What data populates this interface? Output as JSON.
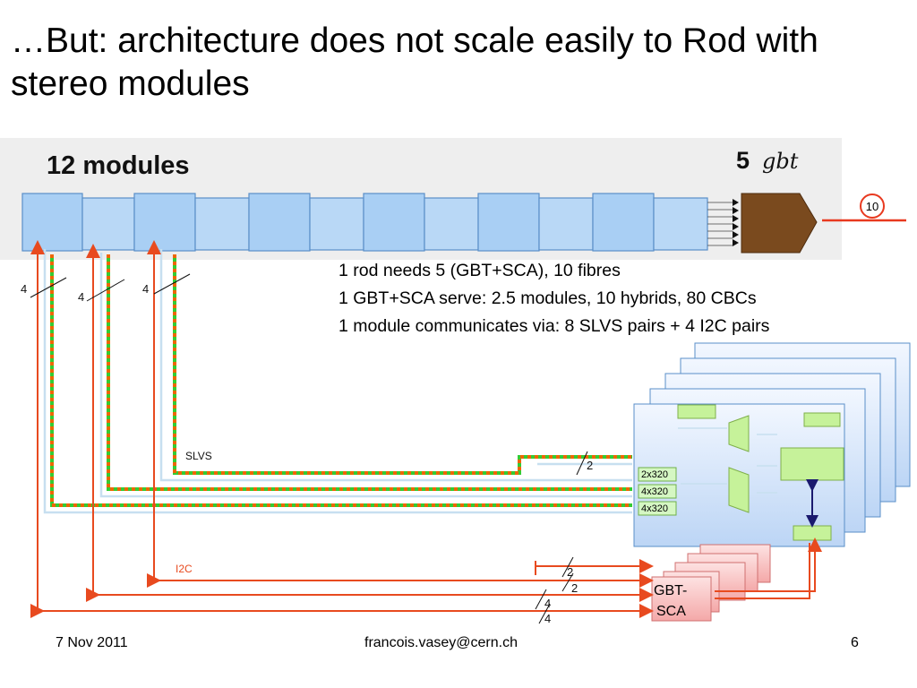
{
  "title": "…But: architecture does not scale easily to Rod with stereo modules",
  "banner": {
    "left_label": "12 modules",
    "right_label_num": "5",
    "right_label_text": "gbt"
  },
  "fibre_count": "10",
  "notes": [
    "1 rod needs 5 (GBT+SCA), 10 fibres",
    "1 GBT+SCA serve: 2.5 modules, 10 hybrids, 80 CBCs",
    "1 module communicates via: 8 SLVS pairs + 4 I2C pairs"
  ],
  "bus_labels": {
    "left_a": "4",
    "left_b": "4",
    "left_c": "4",
    "slvs_top": "2",
    "i2c_a": "2",
    "i2c_b": "2",
    "i2c_c": "4",
    "i2c_d": "4"
  },
  "signal_labels": {
    "slvs": "SLVS",
    "i2c": "I2C"
  },
  "port_labels": [
    "2x320",
    "4x320",
    "4x320"
  ],
  "gbt_sca_label": [
    "GBT-",
    "SCA"
  ],
  "footer": {
    "date": "7 Nov 2011",
    "email": "francois.vasey@cern.ch",
    "page": "6"
  },
  "colors": {
    "slvs_green": "#33cc33",
    "slvs_orange": "#ee6600",
    "i2c_red": "#e84a1f",
    "module_fill": "#a9cff4",
    "gbt_brown": "#7a4a1e",
    "board_fill": "#d6e6fb"
  }
}
